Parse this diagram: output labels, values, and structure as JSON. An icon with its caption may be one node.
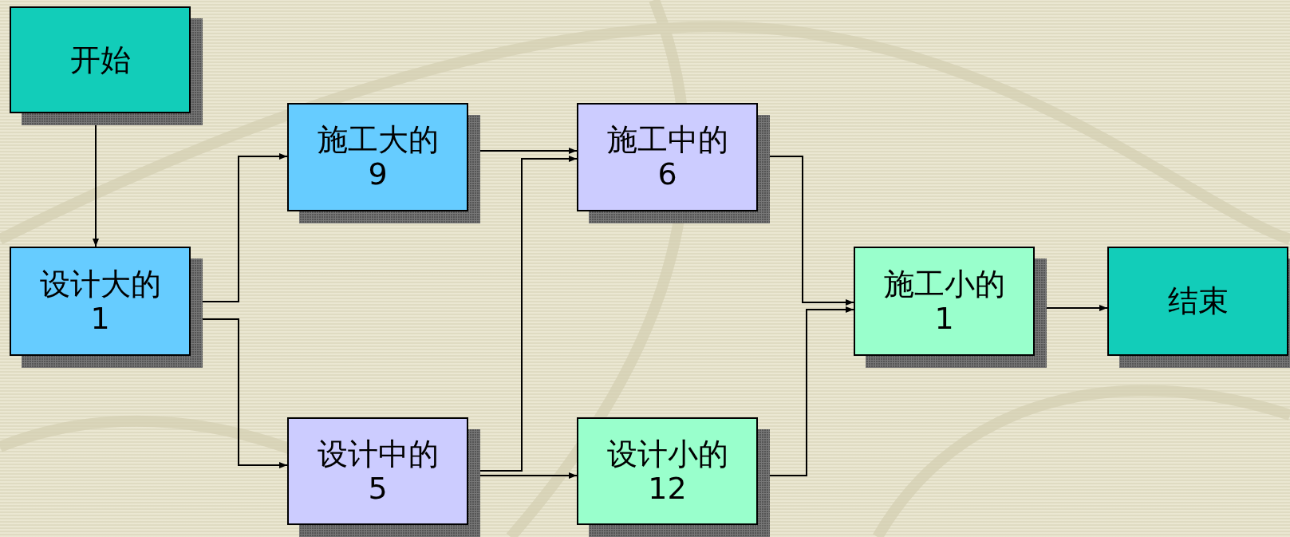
{
  "diagram": {
    "nodes": [
      {
        "text": [
          "开始"
        ]
      },
      {
        "text": [
          "设计大的",
          "1"
        ]
      },
      {
        "text": [
          "施工大的",
          "9"
        ]
      },
      {
        "text": [
          "设计中的",
          "5"
        ]
      },
      {
        "text": [
          "施工中的",
          "6"
        ]
      },
      {
        "text": [
          "设计小的",
          "12"
        ]
      },
      {
        "text": [
          "施工小的",
          "1"
        ]
      },
      {
        "text": [
          "结束"
        ]
      }
    ],
    "edges": [
      {
        "from": 0,
        "to": 1,
        "arrow": "to"
      },
      {
        "from": 1,
        "to": 2,
        "arrow": "to"
      },
      {
        "from": 1,
        "to": 3,
        "arrow": "to"
      },
      {
        "from": 2,
        "to": 4,
        "arrow": "to"
      },
      {
        "from": 3,
        "to": 4,
        "arrow": "to"
      },
      {
        "from": 3,
        "to": 5,
        "arrow": "to"
      },
      {
        "from": 4,
        "to": 6,
        "arrow": "to"
      },
      {
        "from": 5,
        "to": 6,
        "arrow": "to"
      },
      {
        "from": 6,
        "to": 7,
        "arrow": "to"
      }
    ]
  }
}
